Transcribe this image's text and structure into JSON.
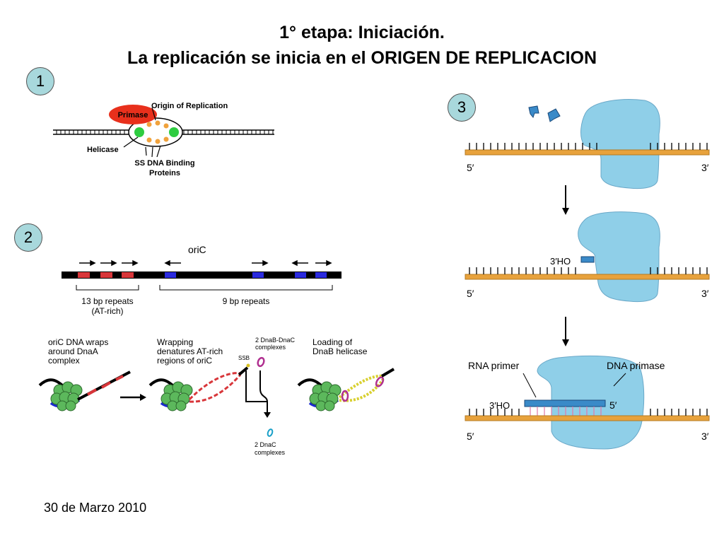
{
  "title": {
    "line1": "1° etapa: Iniciación.",
    "line2": "La replicación se inicia en el ORIGEN DE REPLICACION"
  },
  "panels": {
    "p1": {
      "number": "1",
      "primase": "Primase",
      "origin": "Origin of Replication",
      "helicase": "Helicase",
      "ssb_line1": "SS DNA Binding",
      "ssb_line2": "Proteins"
    },
    "p2": {
      "number": "2",
      "oric": "oriC",
      "repeats13_line1": "13 bp repeats",
      "repeats13_line2": "(AT-rich)",
      "repeats9": "9 bp repeats",
      "step1_line1": "oriC DNA wraps",
      "step1_line2": "around DnaA",
      "step1_line3": "complex",
      "step2_line1": "Wrapping",
      "step2_line2": "denatures AT-rich",
      "step2_line3": "regions of oriC",
      "dnab_line1": "2 DnaB-DnaC",
      "dnab_line2": "complexes",
      "ssb": "SSB",
      "dnac_line1": "2 DnaC",
      "dnac_line2": "complexes",
      "step3_line1": "Loading of",
      "step3_line2": "DnaB helicase"
    },
    "p3": {
      "number": "3",
      "five_prime": "5′",
      "three_prime": "3′",
      "three_ho": "3′HO",
      "rna_primer": "RNA primer",
      "dna_primase": "DNA primase"
    }
  },
  "footer": {
    "date": "30 de Marzo 2010"
  },
  "colors": {
    "badge": "#a8d8dc",
    "primase": "#e8301c",
    "dna_strand": "#e8a23c",
    "enzyme": "#8fcfe8",
    "at_rich": "#d8363a",
    "nine_bp": "#2a2adf"
  }
}
